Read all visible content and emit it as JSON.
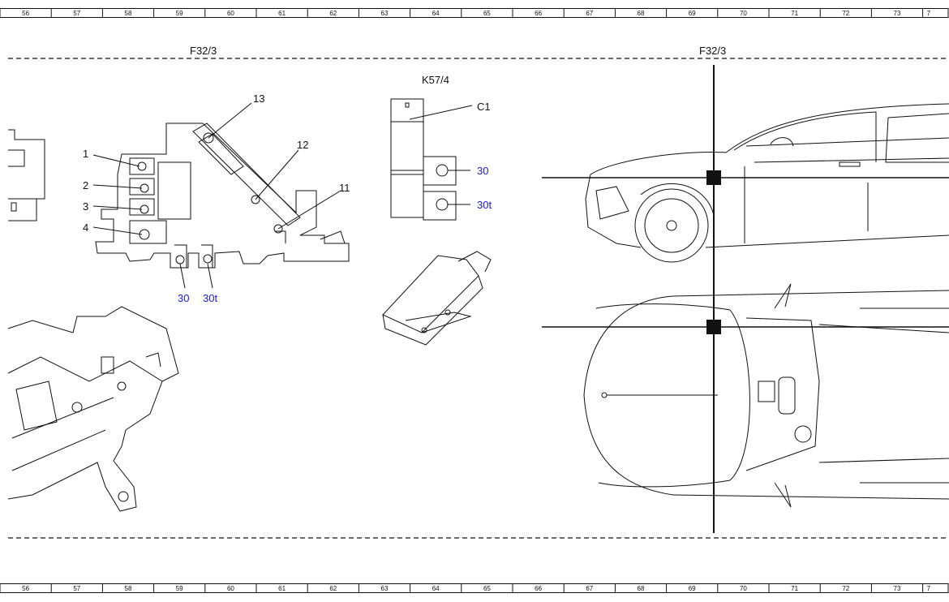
{
  "ruler": {
    "columns": [
      "56",
      "57",
      "58",
      "59",
      "60",
      "61",
      "62",
      "63",
      "64",
      "65",
      "66",
      "67",
      "68",
      "69",
      "70",
      "71",
      "72",
      "73",
      "7"
    ]
  },
  "sections": {
    "left_title": "F32/3",
    "right_title": "F32/3"
  },
  "fuse_box": {
    "callouts": [
      "1",
      "2",
      "3",
      "4",
      "13",
      "12",
      "11"
    ],
    "terminal_30": "30",
    "terminal_30t": "30t"
  },
  "relay": {
    "title": "K57/4",
    "connector": "C1",
    "terminal_30": "30",
    "terminal_30t": "30t"
  },
  "colors": {
    "line": "#111111",
    "terminal_label": "#1a1adf"
  }
}
